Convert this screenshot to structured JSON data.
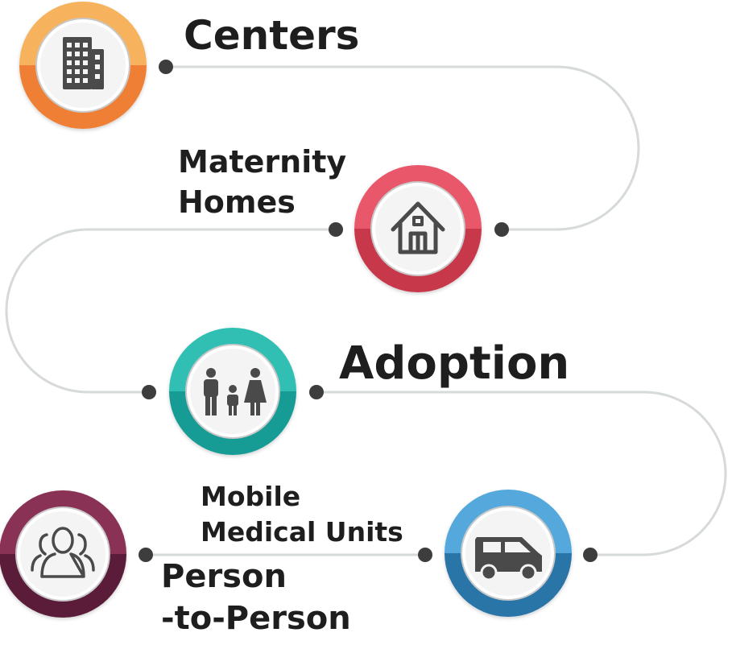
{
  "path_color": "#d6dad8",
  "dot_color": "#3d3d3d",
  "nodes": [
    {
      "id": "centers",
      "label_lines": [
        "Centers"
      ],
      "icon": "building-icon",
      "color_top": "#f6b25b",
      "color_bottom": "#ee7f34"
    },
    {
      "id": "maternity-homes",
      "label_lines": [
        "Maternity",
        "Homes"
      ],
      "icon": "house-icon",
      "color_top": "#e9596a",
      "color_bottom": "#c8384c"
    },
    {
      "id": "adoption",
      "label_lines": [
        "Adoption"
      ],
      "icon": "family-icon",
      "color_top": "#30bfb3",
      "color_bottom": "#169c94"
    },
    {
      "id": "mobile-medical-units",
      "label_lines": [
        "Mobile",
        "Medical Units"
      ],
      "icon": "van-icon",
      "color_top": "#54a8dc",
      "color_bottom": "#2c74a8"
    },
    {
      "id": "person-to-person",
      "label_lines": [
        "Person",
        "-to-Person"
      ],
      "icon": "people-icon",
      "color_top": "#8a3155",
      "color_bottom": "#5a1f37"
    }
  ]
}
